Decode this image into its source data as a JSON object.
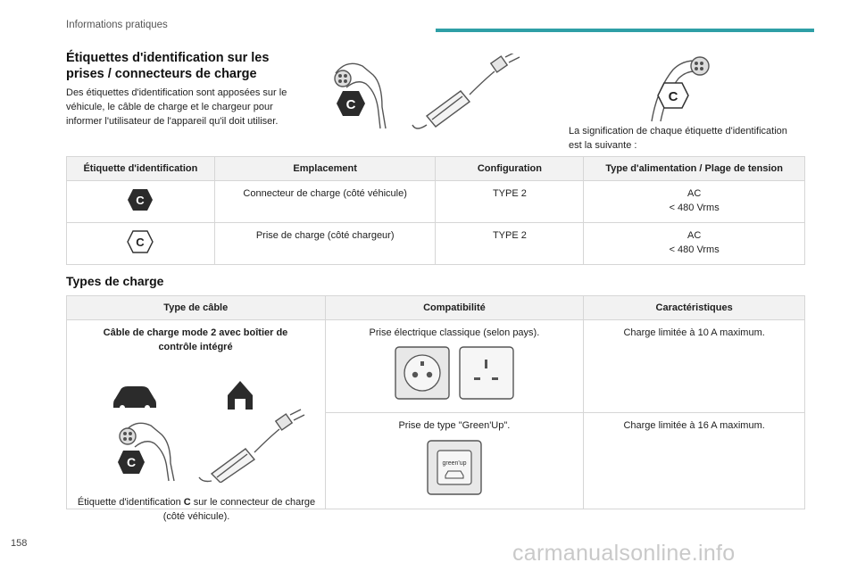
{
  "header": {
    "section": "Informations pratiques",
    "accent_color": "#2e9fa6"
  },
  "intro": {
    "title": "Étiquettes d'identification sur les prises / connecteurs de charge",
    "body": "Des étiquettes d'identification sont apposées sur le véhicule, le câble de charge et le chargeur pour informer l'utilisateur de l'appareil qu'il doit utiliser.",
    "caption": "La signification de chaque étiquette d'identification est la suivante :",
    "label_letter": "C"
  },
  "table1": {
    "headers": [
      "Étiquette d'identification",
      "Emplacement",
      "Configuration",
      "Type d'alimentation / Plage de tension"
    ],
    "rows": [
      {
        "badge": "C",
        "location": "Connecteur de charge (côté véhicule)",
        "config": "TYPE 2",
        "power_line1": "AC",
        "power_line2": "< 480 Vrms"
      },
      {
        "badge": "C",
        "location": "Prise de charge (côté chargeur)",
        "config": "TYPE 2",
        "power_line1": "AC",
        "power_line2": "< 480 Vrms"
      }
    ]
  },
  "section2": {
    "title": "Types de charge"
  },
  "table2": {
    "headers": [
      "Type de câble",
      "Compatibilité",
      "Caractéristiques"
    ],
    "cable_title": "Câble de charge mode 2 avec boîtier de contrôle intégré",
    "cable_caption_pre": "Étiquette d'identification ",
    "cable_caption_bold": "C",
    "cable_caption_post": " sur le connecteur de charge (côté véhicule).",
    "rows": [
      {
        "compat": "Prise électrique classique (selon pays).",
        "charact": "Charge limitée à 10 A maximum."
      },
      {
        "compat": "Prise de type \"Green'Up\".",
        "charact": "Charge limitée à 16 A maximum.",
        "socket_label": "green'up"
      }
    ]
  },
  "footer": {
    "page_number": "158",
    "watermark": "carmanualsonline.info"
  }
}
